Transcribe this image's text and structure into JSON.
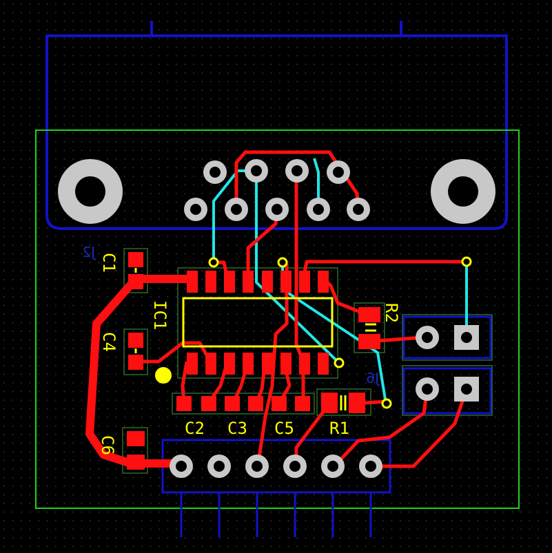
{
  "colors": {
    "background": "#000000",
    "grid_dot": "#3c3c3c",
    "board_outline": "#1fd11f",
    "bottom_silk": "#1212c8",
    "top_copper": "#ff1010",
    "bottom_copper": "#22e6e6",
    "top_silk": "#ffff00",
    "pad": "#c8c8c8",
    "courtyard": "#2a6a2a"
  },
  "labels": {
    "c1": "C1",
    "c4": "C4",
    "c6": "C6",
    "ic1": "IC1",
    "r2": "R2",
    "c2": "C2",
    "c3": "C3",
    "c5": "C5",
    "r1": "R1"
  },
  "mirrored_labels": {
    "a": "J2",
    "b": "J6"
  }
}
